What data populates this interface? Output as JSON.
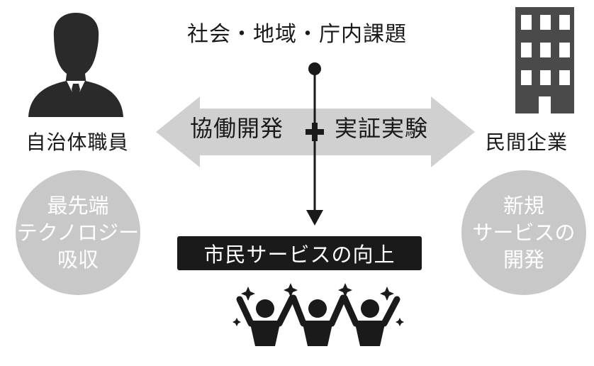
{
  "center_top_label": "社会・地域・庁内課題",
  "left_actor": {
    "name": "自治体職員",
    "benefit_lines": [
      "最先端",
      "テクノロジー",
      "吸収"
    ]
  },
  "right_actor": {
    "name": "民間企業",
    "benefit_lines": [
      "新規",
      "サービスの",
      "開発"
    ]
  },
  "double_arrow": {
    "left_text": "協働開発",
    "right_text": "実証実験"
  },
  "result_label": "市民サービスの向上",
  "icons": [
    "person-icon",
    "building-icon",
    "plus-icon",
    "celebrating-people-icon"
  ],
  "colors": {
    "arrow_band": "#d0d0d0",
    "bubble": "#c8c8c8",
    "dark": "#1a1a1a",
    "building": "#4a4a4a"
  }
}
